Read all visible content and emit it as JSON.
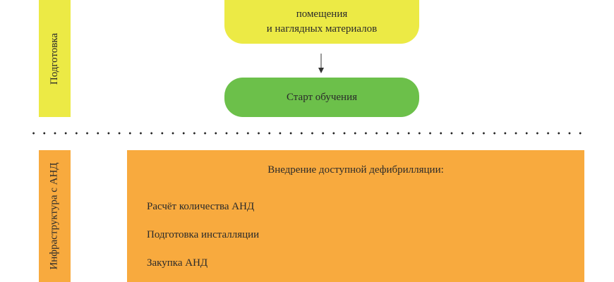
{
  "lanes": {
    "preparation": "Подготовка",
    "aed_infrastructure": "Инфраструктура с АНД"
  },
  "steps": {
    "prep_materials": [
      "помещения",
      "и наглядных материалов"
    ],
    "start": "Старт обучения"
  },
  "aed_box": {
    "title": "Внедрение доступной дефибрилляции:",
    "items": [
      "Расчёт количества АНД",
      "Подготовка инсталляции",
      "Закупка АНД"
    ]
  },
  "colors": {
    "yellow": "#ecea45",
    "green": "#6cc04a",
    "orange": "#f8aa3e"
  }
}
